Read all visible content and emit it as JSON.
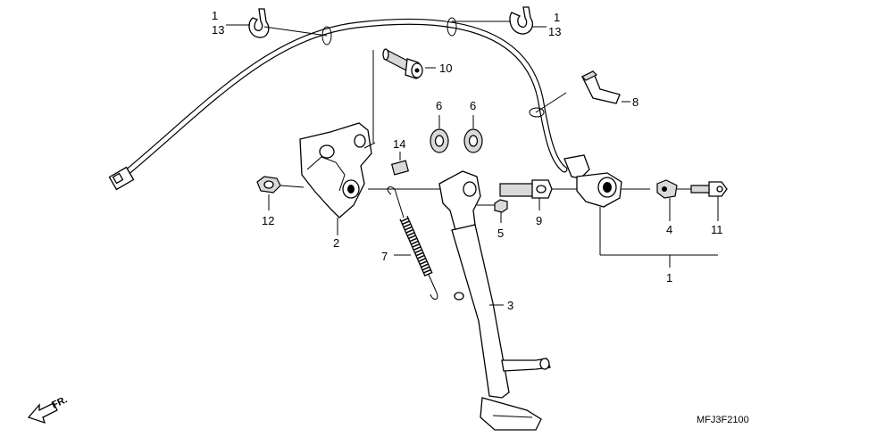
{
  "callouts": [
    {
      "id": "c1a",
      "text": "1"
    },
    {
      "id": "c13a",
      "text": "13"
    },
    {
      "id": "c1b",
      "text": "1"
    },
    {
      "id": "c13b",
      "text": "13"
    },
    {
      "id": "c10",
      "text": "10"
    },
    {
      "id": "c8",
      "text": "8"
    },
    {
      "id": "c6a",
      "text": "6"
    },
    {
      "id": "c6b",
      "text": "6"
    },
    {
      "id": "c14",
      "text": "14"
    },
    {
      "id": "c12",
      "text": "12"
    },
    {
      "id": "c2",
      "text": "2"
    },
    {
      "id": "c5",
      "text": "5"
    },
    {
      "id": "c9",
      "text": "9"
    },
    {
      "id": "c4",
      "text": "4"
    },
    {
      "id": "c11",
      "text": "11"
    },
    {
      "id": "c1c",
      "text": "1"
    },
    {
      "id": "c7",
      "text": "7"
    },
    {
      "id": "c3",
      "text": "3"
    }
  ],
  "direction_label": "FR.",
  "diagram_code": "MFJ3F2100"
}
